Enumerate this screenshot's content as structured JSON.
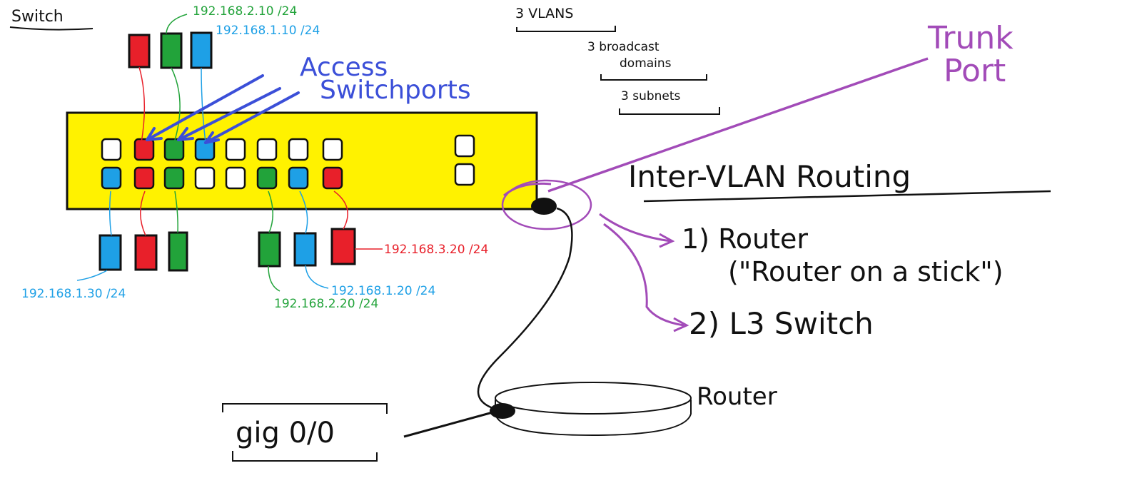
{
  "colors": {
    "vlan_red": "#e8202a",
    "vlan_green": "#22a33a",
    "vlan_blue": "#1ea0e6",
    "switch_body": "#fff200",
    "annotation_blue": "#3b4fd8",
    "trunk_purple": "#a24bb8",
    "ink": "#111111"
  },
  "labels": {
    "switch": "Switch",
    "vlans": "3 VLANS",
    "broadcast_line1": "3 broadcast",
    "broadcast_line2": "domains",
    "subnets": "3 subnets",
    "access_line1": "Access",
    "access_line2": "Switchports",
    "trunk_line1": "Trunk",
    "trunk_line2": "Port",
    "intervlan": "Inter-VLAN Routing",
    "option1": "1)  Router",
    "option1_sub": "(\"Router on a stick\")",
    "option2": "2)  L3 Switch",
    "router": "Router",
    "interface": "gig 0/0"
  },
  "hosts": {
    "green_top": "192.168.2.10 /24",
    "blue_top": "192.168.1.10 /24",
    "blue_bottom_left": "192.168.1.30 /24",
    "blue_bottom_mid": "192.168.1.20 /24",
    "green_bottom": "192.168.2.20 /24",
    "red_bottom": "192.168.3.20 /24"
  },
  "ports": {
    "top_row": [
      "white",
      "red",
      "green",
      "blue",
      "white",
      "white",
      "white",
      "white"
    ],
    "bottom_row": [
      "blue",
      "red",
      "green",
      "white",
      "white",
      "green",
      "blue",
      "red"
    ],
    "uplinks": [
      "white",
      "white"
    ]
  }
}
